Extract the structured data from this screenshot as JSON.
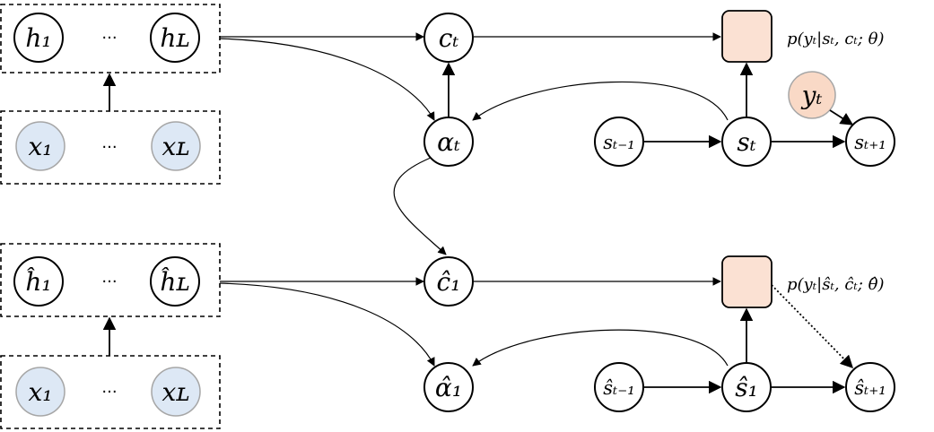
{
  "top": {
    "h_first": "h₁",
    "h_last": "hʟ",
    "x_first": "x₁",
    "x_last": "xʟ",
    "ellipsis": "···",
    "c": "cₜ",
    "alpha": "αₜ",
    "s_prev": "sₜ₋₁",
    "s": "sₜ",
    "s_next": "sₜ₊₁",
    "y": "yₜ",
    "formula": "p(yₜ|sₜ, cₜ; θ)"
  },
  "bottom": {
    "h_first": "ĥ₁",
    "h_last": "ĥʟ",
    "x_first": "x₁",
    "x_last": "xʟ",
    "ellipsis": "···",
    "c": "ĉ₁",
    "alpha": "α̂₁",
    "s_prev": "ŝₜ₋₁",
    "s": "ŝ₁",
    "s_next": "ŝₜ₊₁",
    "formula": "p(yₜ|ŝₜ, ĉₜ; θ̂)"
  },
  "colors": {
    "input_fill": "#dde8f5",
    "output_fill": "#fbe1d3",
    "y_fill": "#f9d9c6",
    "stroke": "#000000",
    "input_stroke": "#a6a6a6"
  }
}
